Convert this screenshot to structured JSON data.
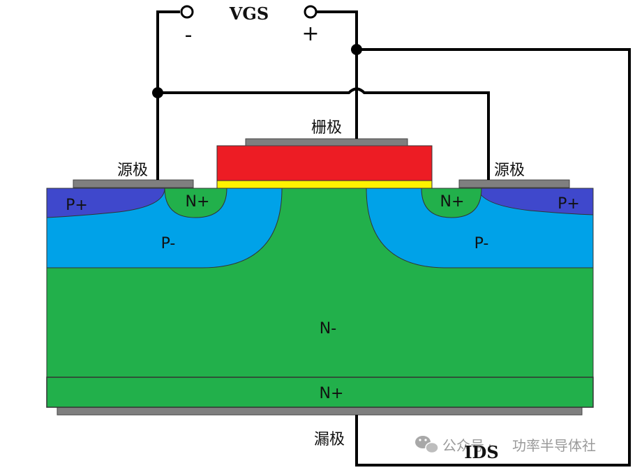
{
  "circuit": {
    "vgs_label": "VGS",
    "minus_sign": "-",
    "plus_sign": "+",
    "ids_label": "IDS"
  },
  "electrodes": {
    "gate": "栅极",
    "source_left": "源极",
    "source_right": "源极",
    "drain": "漏极"
  },
  "regions": {
    "p_plus_left": "P+",
    "p_plus_right": "P+",
    "n_plus_left": "N+",
    "n_plus_right": "N+",
    "p_minus_left": "P-",
    "p_minus_right": "P-",
    "n_minus": "N-",
    "n_plus_substrate": "N+"
  },
  "watermark": {
    "channel": "公众号",
    "separator": "·",
    "name": "功率半导体社"
  },
  "colors": {
    "n_region": "#22b04b",
    "p_minus": "#00a2e8",
    "p_plus": "#3f48cc",
    "gate_poly": "#ed1c24",
    "gate_oxide": "#fff200",
    "metal": "#7f7f7f",
    "wire": "#000000"
  }
}
